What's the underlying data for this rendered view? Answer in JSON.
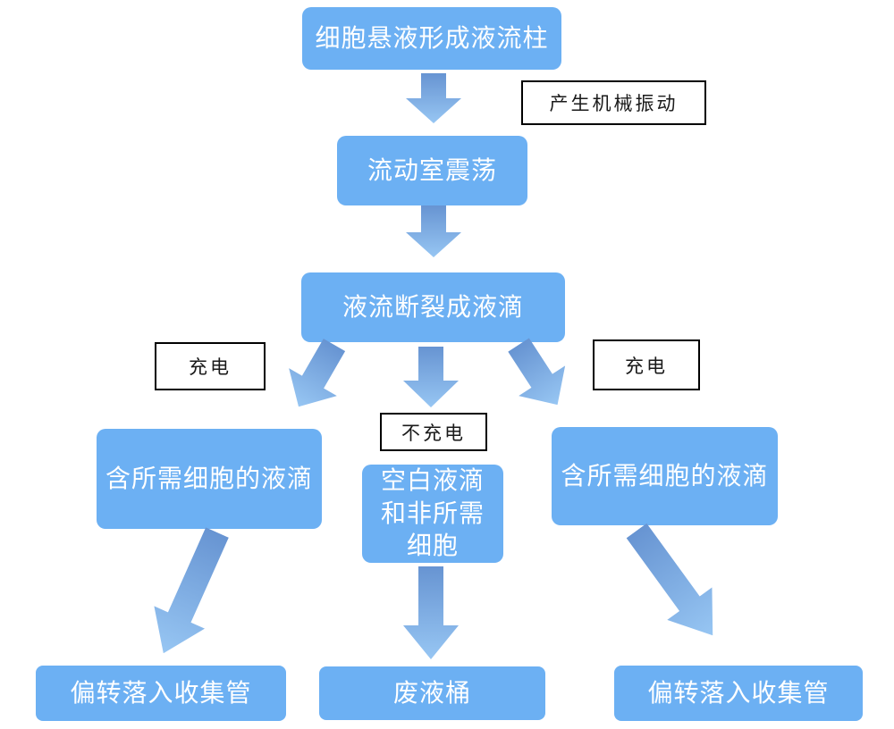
{
  "diagram": {
    "type": "flowchart",
    "colors": {
      "box_fill": "#6CB0F3",
      "box_text": "#FFFFFF",
      "arrow_gradient_top": "#6794D2",
      "arrow_gradient_bottom": "#97C6F3",
      "label_background": "#FFFFFF",
      "label_border": "#000000",
      "label_text": "#1A1A1A",
      "background": "#FFFFFF"
    },
    "nodes": {
      "step1": "细胞悬液形成液流柱",
      "step2": "流动室震荡",
      "step3": "液流断裂成液滴",
      "branch_left": "含所需细胞的液滴",
      "branch_center_lines": [
        "空白液滴",
        "和非所需",
        "细胞"
      ],
      "branch_right": "含所需细胞的液滴",
      "outcome_left": "偏转落入收集管",
      "outcome_center": "废液桶",
      "outcome_right": "偏转落入收集管"
    },
    "labels": {
      "mechanical_vibration": "产生机械振动",
      "charge_left": "充电",
      "charge_right": "充电",
      "no_charge": "不充电"
    },
    "edges": [
      "step1 -> step2 (产生机械振动)",
      "step2 -> step3",
      "step3 -> branch_left (充电)",
      "step3 -> branch_center (不充电)",
      "step3 -> branch_right (充电)",
      "branch_left -> outcome_left",
      "branch_center -> outcome_center",
      "branch_right -> outcome_right"
    ]
  }
}
